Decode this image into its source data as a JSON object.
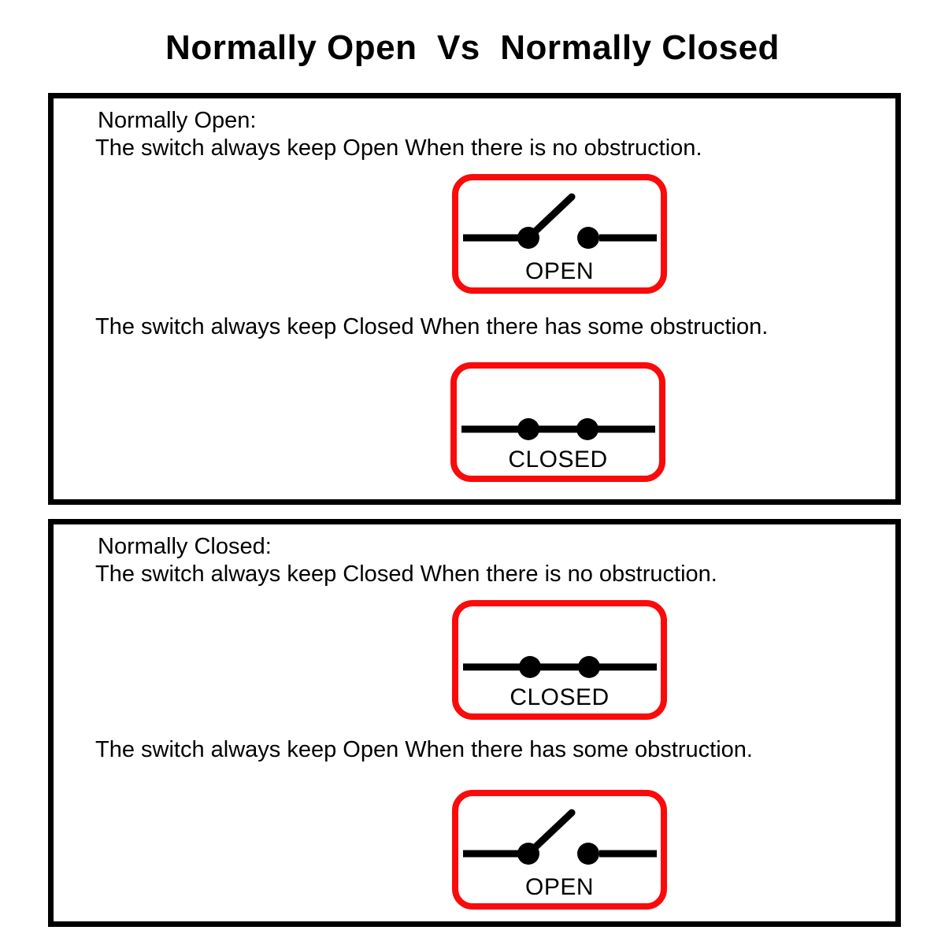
{
  "title": "Normally Open  Vs  Normally Closed",
  "colors": {
    "text": "#000000",
    "panel_border": "#000000",
    "card_border_red": "#FA0A0A",
    "background": "#FFFFFF"
  },
  "panels": [
    {
      "heading": "Normally Open:",
      "line1": "The switch always keep Open When there is no obstruction.",
      "card1": {
        "state": "open",
        "label": "OPEN"
      },
      "line2": "The switch always keep Closed When there has some obstruction.",
      "card2": {
        "state": "closed",
        "label": "CLOSED"
      }
    },
    {
      "heading": "Normally Closed:",
      "line1": "The switch always keep Closed When there is no obstruction.",
      "card1": {
        "state": "closed",
        "label": "CLOSED"
      },
      "line2": "The switch always keep Open When there has some obstruction.",
      "card2": {
        "state": "open",
        "label": "OPEN"
      }
    }
  ]
}
